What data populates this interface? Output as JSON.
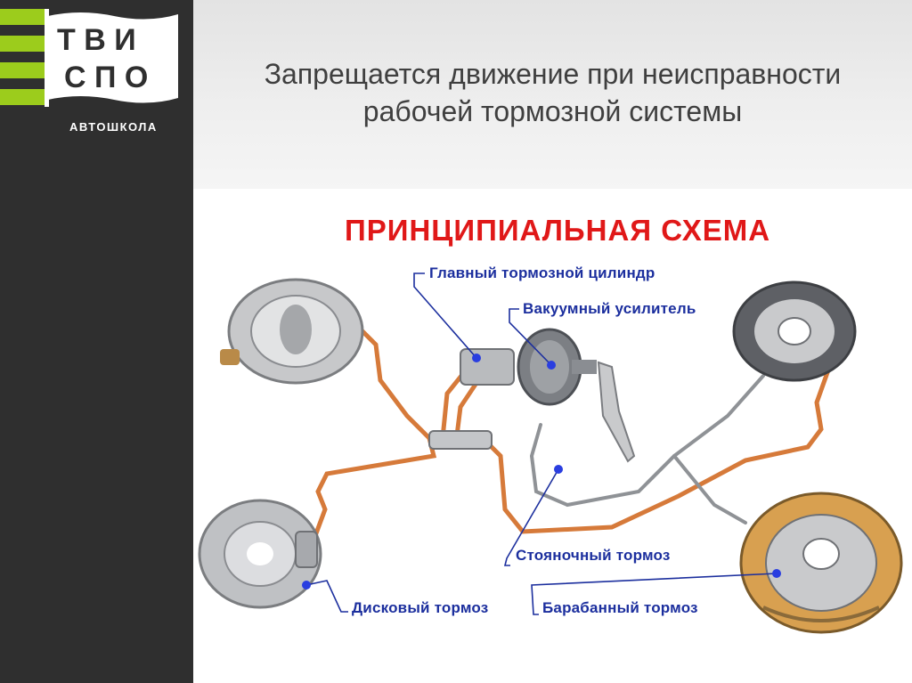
{
  "logo": {
    "letters_top": "Т В И",
    "letters_bottom": "С П О",
    "caption": "АВТОШКОЛА"
  },
  "slide": {
    "title_line1": "Запрещается движение при неисправности",
    "title_line2": "рабочей тормозной системы"
  },
  "diagram": {
    "title": "ПРИНЦИПИАЛЬНАЯ СХЕМА",
    "labels": {
      "master_cylinder": "Главный тормозной цилиндр",
      "vacuum_booster": "Вакуумный усилитель",
      "parking_brake": "Стояночный тормоз",
      "disc_brake": "Дисковый тормоз",
      "drum_brake": "Барабанный тормоз"
    }
  },
  "colors": {
    "sidebar": "#2f2f2f",
    "accent_green": "#9ccc1c",
    "diagram_title": "#e01818",
    "label_blue": "#1c2f9e",
    "pipe": "#d67a3a"
  }
}
